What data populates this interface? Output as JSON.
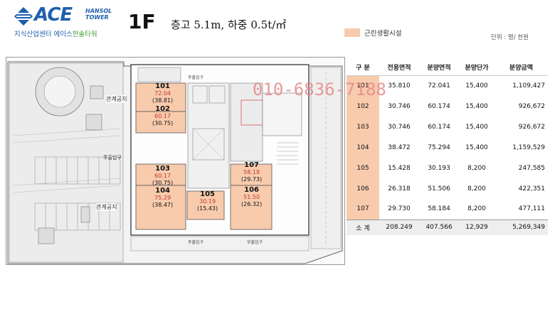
{
  "brand": {
    "logo_text": "ACE",
    "logo_hansol": "HANSOL",
    "logo_tower": "TOWER",
    "subtitle_prefix": "지식산업센터 에이스",
    "subtitle_suffix": "한솔타워",
    "color_blue": "#1f5fae",
    "color_green": "#3f9b3a"
  },
  "header": {
    "floor": "1F",
    "spec": "층고 5.1m, 하중 0.5t/㎡"
  },
  "legend": {
    "label": "근린생활시설",
    "color": "#f8cbad"
  },
  "unit_note": "단위 : 평/ 천원",
  "watermark": "010-6836-7188",
  "plan": {
    "labels": {
      "garden_top": "관계공지",
      "garden_bottom": "관계공지",
      "parking_entry": "주출입구",
      "main_entry_top": "주출입구",
      "main_entry_bottom": "주출입구",
      "side_entry": "부출입구"
    },
    "units": [
      {
        "no": "101",
        "area": "72.04",
        "net": "(38.81)"
      },
      {
        "no": "102",
        "area": "60.17",
        "net": "(30.75)"
      },
      {
        "no": "103",
        "area": "60.17",
        "net": "(30.75)"
      },
      {
        "no": "104",
        "area": "75.29",
        "net": "(38.47)"
      },
      {
        "no": "105",
        "area": "30.19",
        "net": "(15.43)"
      },
      {
        "no": "106",
        "area": "51.50",
        "net": "(26.32)"
      },
      {
        "no": "107",
        "area": "58.18",
        "net": "(29.73)"
      }
    ]
  },
  "table": {
    "headers": [
      "구 분",
      "전용면적",
      "분양면적",
      "분양단가",
      "분양금액"
    ],
    "rows": [
      [
        "101",
        "35.810",
        "72.041",
        "15,400",
        "1,109,427"
      ],
      [
        "102",
        "30.746",
        "60.174",
        "15,400",
        "926,672"
      ],
      [
        "103",
        "30.746",
        "60.174",
        "15,400",
        "926,672"
      ],
      [
        "104",
        "38.472",
        "75.294",
        "15,400",
        "1,159,529"
      ],
      [
        "105",
        "15.428",
        "30.193",
        "8,200",
        "247,585"
      ],
      [
        "106",
        "26.318",
        "51.506",
        "8,200",
        "422,351"
      ],
      [
        "107",
        "29.730",
        "58.184",
        "8,200",
        "477,111"
      ]
    ],
    "total": [
      "소 계",
      "208.249",
      "407.566",
      "12,929",
      "5,269,349"
    ]
  }
}
